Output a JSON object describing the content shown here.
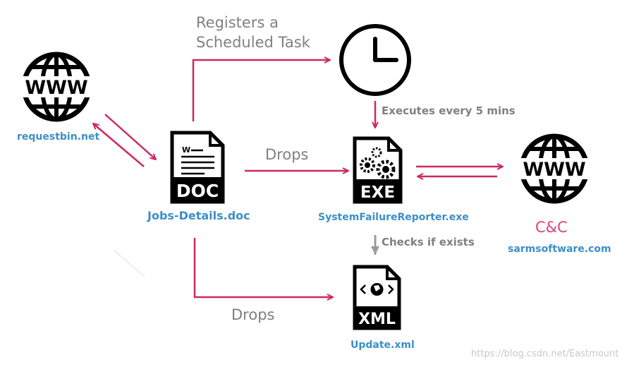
{
  "nodes": {
    "requestbin": {
      "label": "requestbin.net",
      "icon": "globe-www-icon",
      "icon_text": "WWW"
    },
    "doc": {
      "label": "Jobs-Details.doc",
      "icon": "doc-file-icon",
      "badge": "DOC",
      "header_text": "W"
    },
    "clock": {
      "icon": "clock-icon"
    },
    "exe": {
      "label": "SystemFailureReporter.exe",
      "icon": "exe-file-icon",
      "badge": "EXE"
    },
    "cnc": {
      "title": "C&C",
      "label": "sarmsoftware.com",
      "icon": "globe-www-icon",
      "icon_text": "WWW"
    },
    "xml": {
      "label": "Update.xml",
      "icon": "xml-file-icon",
      "badge": "XML"
    }
  },
  "edges": {
    "registers_task": {
      "line1": "Registers a",
      "line2": "Scheduled Task"
    },
    "executes": "Executes every 5 mins",
    "drops_exe": "Drops",
    "drops_xml": "Drops",
    "checks": "Checks if exists"
  },
  "watermark": "https://blog.csdn.net/Eastmount",
  "colors": {
    "arrow": "#cc2a5e",
    "gray_arrow": "#9a9a9a",
    "label_blue": "#3b8fc8",
    "label_gray": "#808080",
    "cnc_pink": "#e0427a",
    "icon": "#000000"
  }
}
